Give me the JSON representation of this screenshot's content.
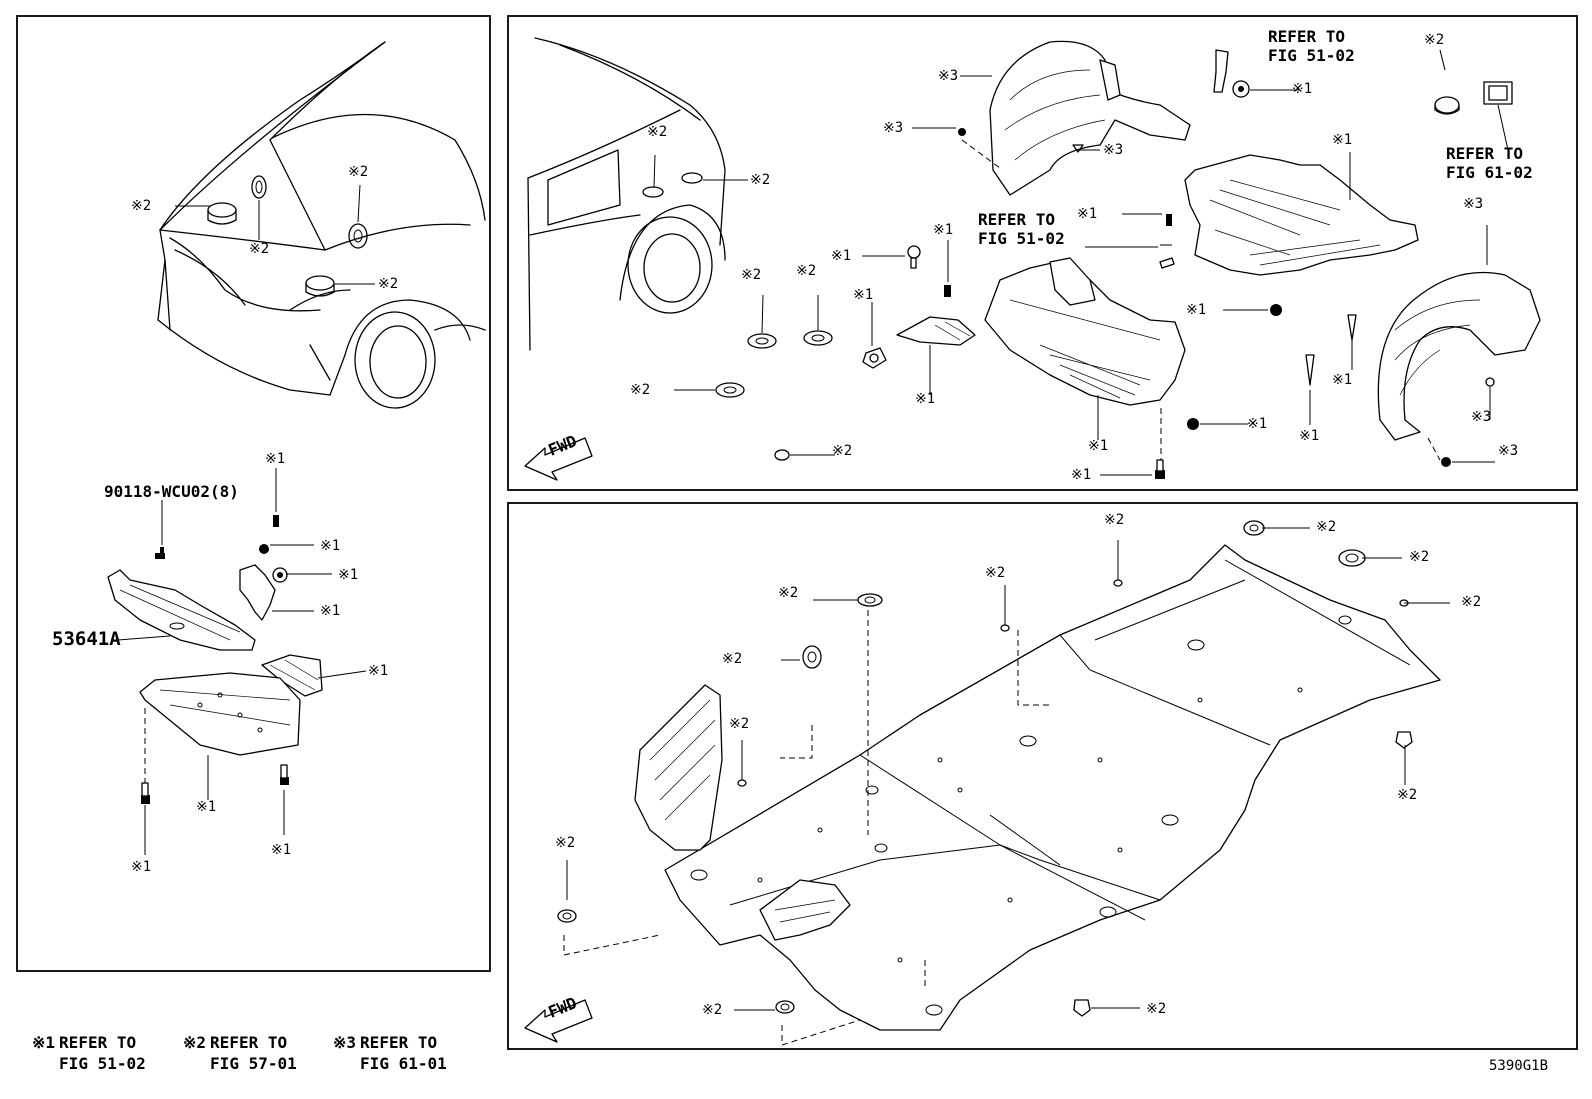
{
  "markers": {
    "m1": "※1",
    "m2": "※2",
    "m3": "※3"
  },
  "part_numbers": {
    "bolt": "90118-WCU02(8)",
    "cover": "53641A"
  },
  "refs": {
    "fig_51_02": [
      "REFER TO",
      "FIG 51-02"
    ],
    "fig_61_02": [
      "REFER TO",
      "FIG 61-02"
    ]
  },
  "fwd": "FWD",
  "legend": [
    {
      "marker": "※1",
      "text": "REFER TO\nFIG 51-02"
    },
    {
      "marker": "※2",
      "text": "REFER TO\nFIG 57-01"
    },
    {
      "marker": "※3",
      "text": "REFER TO\nFIG 61-01"
    }
  ],
  "figure_code": "5390G1B"
}
